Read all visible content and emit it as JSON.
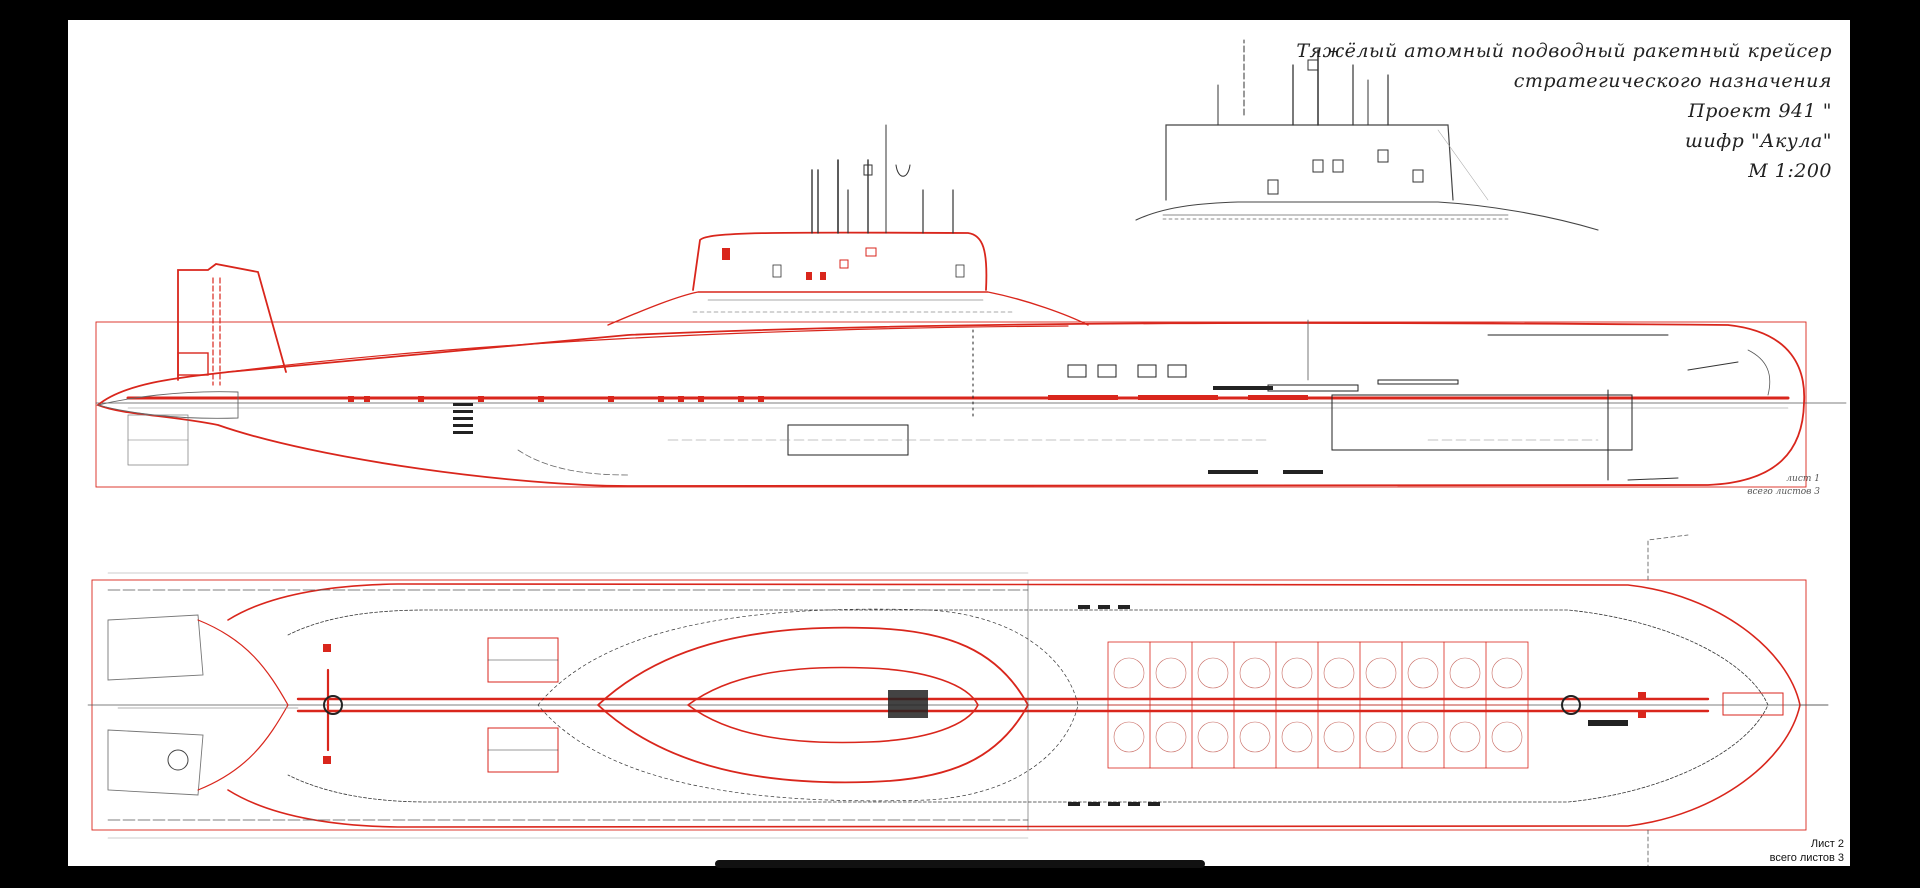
{
  "title": {
    "line1": "Тяжёлый атомный подводный ракетный крейсер",
    "line2": "стратегического назначения",
    "line3": "Проект 941 \"",
    "line4": "шифр \"Акула\"",
    "line5": "М 1:200"
  },
  "side_note": {
    "line1": "лист 1",
    "line2": "всего листов 3"
  },
  "sheet": {
    "number": "Лист 2",
    "total": "всего листов 3"
  },
  "colors": {
    "paper": "#ffffff",
    "frame": "#000000",
    "outline_red": "#d9261c",
    "line_dark": "#333333"
  }
}
